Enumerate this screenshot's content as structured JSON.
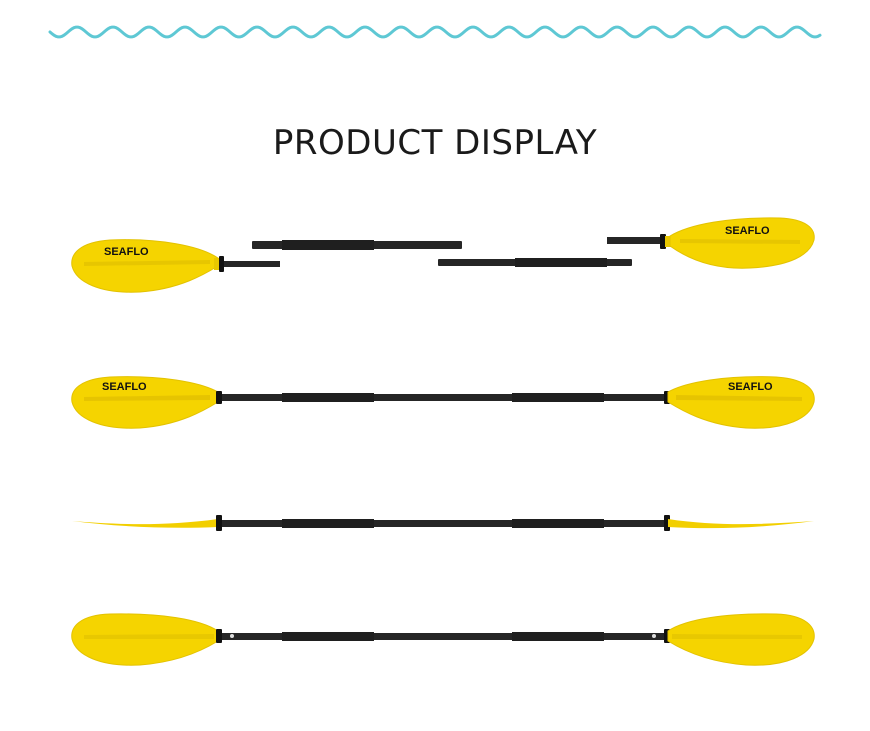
{
  "header": {
    "title": "PRODUCT DISPLAY"
  },
  "brand": {
    "logo_text": "SEAFLO"
  },
  "colors": {
    "wave": "#5ec8d4",
    "blade": "#f5d400",
    "blade_edge": "#e0bd00",
    "shaft": "#262626",
    "collar": "#111111"
  },
  "views": [
    {
      "name": "disassembled",
      "logo_visible": true
    },
    {
      "name": "assembled-front",
      "logo_visible": true
    },
    {
      "name": "assembled-side",
      "logo_visible": false
    },
    {
      "name": "assembled-back",
      "logo_visible": false
    }
  ]
}
